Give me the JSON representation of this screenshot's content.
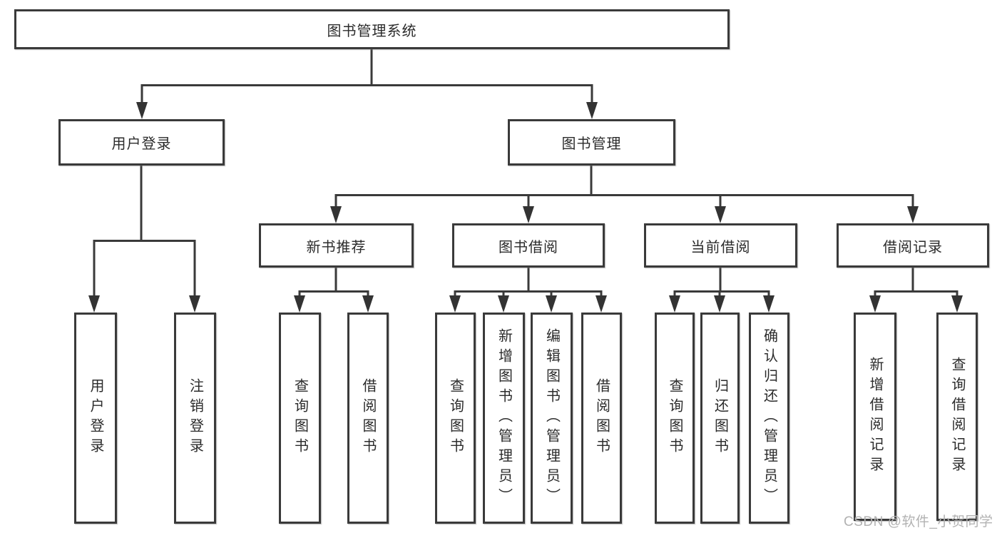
{
  "tree": {
    "label": "图书管理系统",
    "children": [
      {
        "label": "用户登录",
        "children": [
          {
            "label": "用户登录"
          },
          {
            "label": "注销登录"
          }
        ]
      },
      {
        "label": "图书管理",
        "children": [
          {
            "label": "新书推荐",
            "children": [
              {
                "label": "查询图书"
              },
              {
                "label": "借阅图书"
              }
            ]
          },
          {
            "label": "图书借阅",
            "children": [
              {
                "label": "查询图书"
              },
              {
                "label": "新增图书（管理员）"
              },
              {
                "label": "编辑图书（管理员）"
              },
              {
                "label": "借阅图书"
              }
            ]
          },
          {
            "label": "当前借阅",
            "children": [
              {
                "label": "查询图书"
              },
              {
                "label": "归还图书"
              },
              {
                "label": "确认归还（管理员）"
              }
            ]
          },
          {
            "label": "借阅记录",
            "children": [
              {
                "label": "新增借阅记录"
              },
              {
                "label": "查询借阅记录"
              }
            ]
          }
        ]
      }
    ]
  },
  "watermark": {
    "text": "CSDN @软件_小贺同学"
  },
  "colors": {
    "background": "#ffffff",
    "box_border": "#3a3a3a",
    "connector_line": "#3a3a3a",
    "text": "#2b2b2b",
    "watermark": "#b2b2b2"
  }
}
